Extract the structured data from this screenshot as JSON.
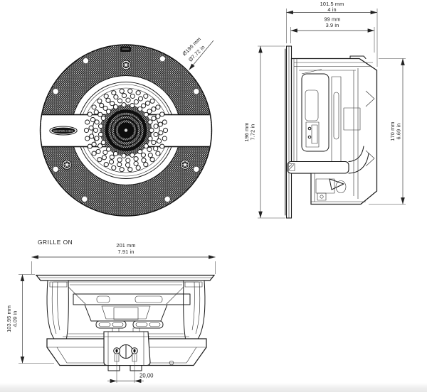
{
  "drawing": {
    "front_view": {
      "diameter_mm": "Ø196 mm",
      "diameter_in": "Ø7.72 in",
      "badge": "MONITOR AUDIO"
    },
    "side_view": {
      "overall_depth_mm": "101.5 mm",
      "overall_depth_in": "4 in",
      "mounting_depth_mm": "99 mm",
      "mounting_depth_in": "3.9 in",
      "overall_diameter_mm": "196 mm",
      "overall_diameter_in": "7.72 in",
      "body_height_mm": "170 mm",
      "body_height_in": "6.69 in"
    },
    "bottom_view": {
      "label": "GRILLE ON",
      "overall_width_mm": "201 mm",
      "overall_width_in": "7.91 in",
      "overall_depth_mm": "103.95 mm",
      "overall_depth_in": "4.09 in",
      "terminal_spacing": "20,00"
    },
    "colors": {
      "line": "#1a1a1a",
      "background": "#ffffff"
    }
  }
}
